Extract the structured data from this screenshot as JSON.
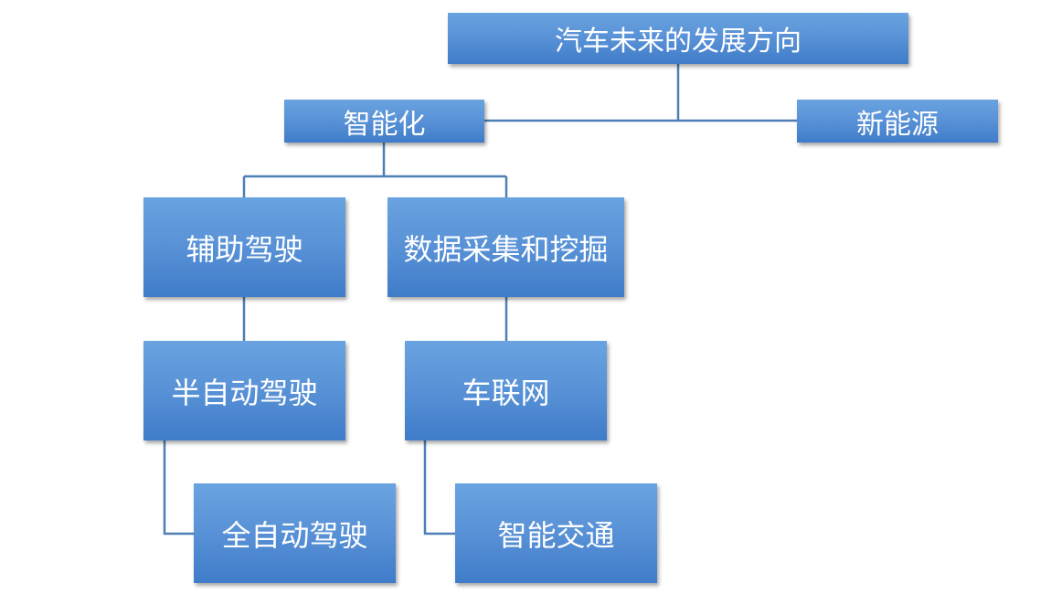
{
  "nodes": {
    "root": "汽车未来的发展方向",
    "intelligence": "智能化",
    "new_energy": "新能源",
    "assisted_driving": "辅助驾驶",
    "data_mining": "数据采集和挖掘",
    "semi_autonomous": "半自动驾驶",
    "connected_vehicles": "车联网",
    "fully_autonomous": "全自动驾驶",
    "intelligent_transport": "智能交通"
  },
  "colors": {
    "box_top": "#6aa3e0",
    "box_bottom": "#3f7cc9",
    "connector": "#4f7fb5",
    "text": "#ffffff"
  }
}
